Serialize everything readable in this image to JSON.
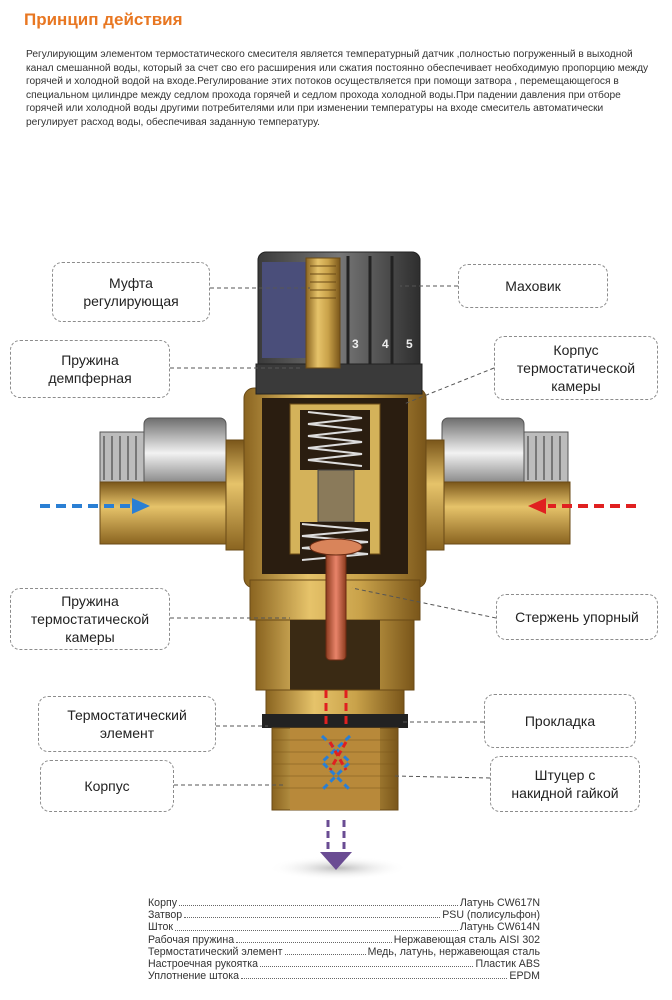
{
  "header": {
    "title": "Принцип действия",
    "intro": "Регулирующим элементом термостатического смесителя является температурный датчик ,полностью погруженный в выходной канал смешанной воды, который за счет сво его расширения или сжатия постоянно обеспечивает необходимую пропорцию между горячей и холодной водой на входе.Регулирование этих потоков осуществляется при помощи затвора , перемещающегося в специальном цилиндре между седлом прохода горячей и седлом прохода холодной воды.При падении давления при отборе горячей или холодной воды другими потребителями или при изменении температуры на входе смеситель автоматически регулирует расход воды, обеспечивая заданную температуру."
  },
  "labels": {
    "muft": "Муфта\nрегулирующая",
    "pruzhina_demp": "Пружина\nдемпферная",
    "pruzhina_term": "Пружина\nтермостатической\nкамеры",
    "term_element": "Термостатический\nэлемент",
    "korpus_left": "Корпус",
    "mahovik": "Маховик",
    "korpus_term": "Корпус\nтермостатической\nкамеры",
    "sterzhen": "Стержень упорный",
    "prokladka": "Прокладка",
    "shtutser": "Штуцер с\nнакидной гайкой"
  },
  "knob_numbers": [
    "3",
    "4",
    "5"
  ],
  "colors": {
    "accent": "#e87722",
    "brass": "#c9a24a",
    "hot": "#e02020",
    "cold": "#2a7fd4",
    "mixed": "#6a4c93"
  },
  "specs": [
    {
      "name": "Корпу",
      "value": "Латунь CW617N"
    },
    {
      "name": "Затвор",
      "value": "PSU (полисульфон)"
    },
    {
      "name": "Шток",
      "value": "Латунь CW614N"
    },
    {
      "name": "Рабочая пружина",
      "value": "Нержавеющая сталь AISI 302"
    },
    {
      "name": "Термостатический элемент",
      "value": "Медь, латунь, нержавеющая сталь"
    },
    {
      "name": "Настроечная рукоятка",
      "value": "Пластик ABS"
    },
    {
      "name": "Уплотнение штока",
      "value": "EPDM"
    }
  ]
}
